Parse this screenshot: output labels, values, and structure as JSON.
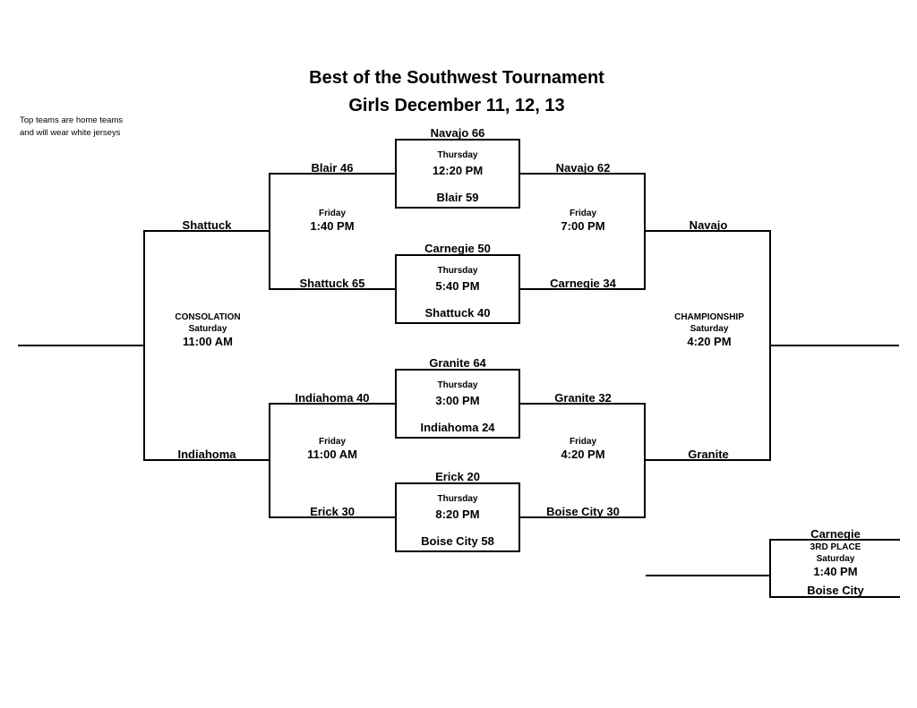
{
  "header": {
    "title": "Best of the Southwest Tournament",
    "subtitle": "Girls December 11, 12, 13",
    "note_line1": "Top teams are home teams",
    "note_line2": "and will wear white jerseys"
  },
  "first_round_games": [
    {
      "top_team": "Navajo 66",
      "day": "Thursday",
      "time": "12:20 PM",
      "bottom_team": "Blair 59"
    },
    {
      "top_team": "Carnegie 50",
      "day": "Thursday",
      "time": "5:40 PM",
      "bottom_team": "Shattuck 40"
    },
    {
      "top_team": "Granite 64",
      "day": "Thursday",
      "time": "3:00 PM",
      "bottom_team": "Indiahoma 24"
    },
    {
      "top_team": "Erick 20",
      "day": "Thursday",
      "time": "8:20 PM",
      "bottom_team": "Boise City 58"
    }
  ],
  "consolation_semifinals": [
    {
      "top_team": "Blair 46",
      "bottom_team": "Shattuck 65",
      "day": "Friday",
      "time": "1:40 PM",
      "winner": "Shattuck"
    },
    {
      "top_team": "Indiahoma 40",
      "bottom_team": "Erick 30",
      "day": "Friday",
      "time": "11:00 AM",
      "winner": "Indiahoma"
    }
  ],
  "championship_semifinals": [
    {
      "top_team": "Navajo 62",
      "bottom_team": "Carnegie 34",
      "day": "Friday",
      "time": "7:00 PM",
      "winner": "Navajo"
    },
    {
      "top_team": "Granite 32",
      "bottom_team": "Boise City 30",
      "day": "Friday",
      "time": "4:20 PM",
      "winner": "Granite"
    }
  ],
  "consolation_final": {
    "label": "CONSOLATION",
    "day": "Saturday",
    "time": "11:00 AM"
  },
  "championship_final": {
    "label": "CHAMPIONSHIP",
    "day": "Saturday",
    "time": "4:20 PM"
  },
  "third_place_game": {
    "label": "3RD PLACE",
    "day": "Saturday",
    "time": "1:40 PM",
    "top_team": "Carnegie",
    "bottom_team": "Boise City"
  },
  "colors": {
    "ink": "#000000",
    "paper": "#ffffff"
  }
}
